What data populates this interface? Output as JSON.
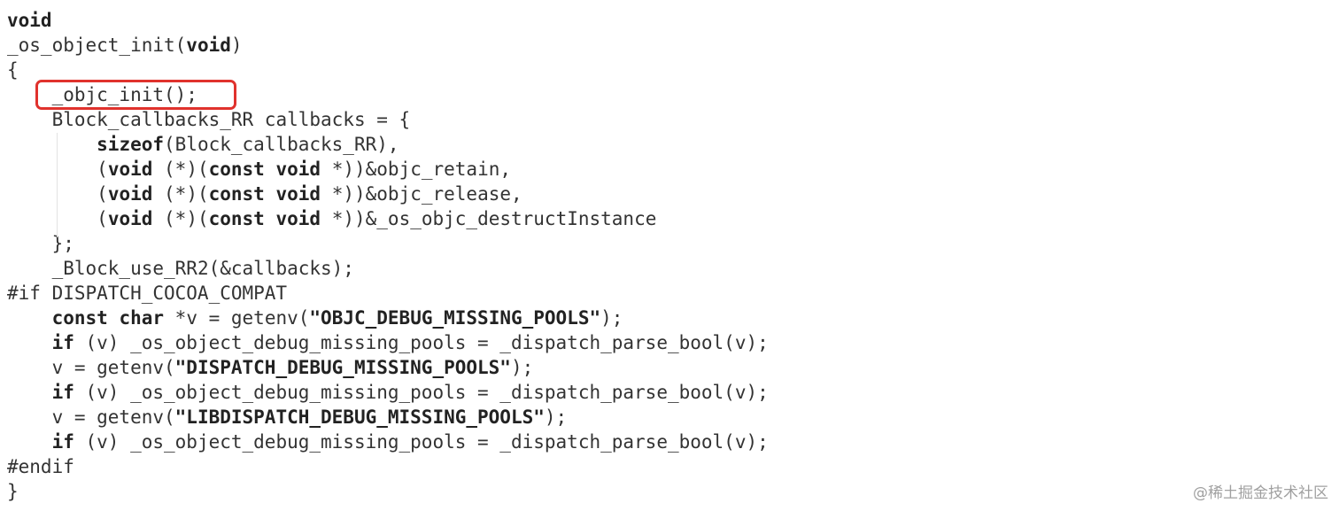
{
  "code": {
    "line1": {
      "kw": "void"
    },
    "line2": {
      "name": "_os_object_init(",
      "kw": "void",
      "close": ")"
    },
    "line3": {
      "text": "{"
    },
    "line4": {
      "indent": "    ",
      "text": "_objc_init();"
    },
    "line5": {
      "indent": "    ",
      "text": "Block_callbacks_RR callbacks = {"
    },
    "line6": {
      "indent": "        ",
      "kw": "sizeof",
      "text": "(Block_callbacks_RR),"
    },
    "line7": {
      "indent": "        ",
      "p1": "(",
      "kw1": "void",
      "p2": " (*)(",
      "kw2": "const",
      "sp": " ",
      "kw3": "void",
      "tail": " *))&objc_retain,"
    },
    "line8": {
      "indent": "        ",
      "p1": "(",
      "kw1": "void",
      "p2": " (*)(",
      "kw2": "const",
      "sp": " ",
      "kw3": "void",
      "tail": " *))&objc_release,"
    },
    "line9": {
      "indent": "        ",
      "p1": "(",
      "kw1": "void",
      "p2": " (*)(",
      "kw2": "const",
      "sp": " ",
      "kw3": "void",
      "tail": " *))&_os_objc_destructInstance"
    },
    "line10": {
      "indent": "    ",
      "text": "};"
    },
    "line11": {
      "indent": "    ",
      "text": "_Block_use_RR2(&callbacks);"
    },
    "line12": {
      "text": "#if DISPATCH_COCOA_COMPAT"
    },
    "line13": {
      "indent": "    ",
      "kw1": "const",
      "sp": " ",
      "kw2": "char",
      "mid": " *v = getenv(",
      "str": "\"OBJC_DEBUG_MISSING_POOLS\"",
      "tail": ");"
    },
    "line14": {
      "indent": "    ",
      "kw": "if",
      "text": " (v) _os_object_debug_missing_pools = _dispatch_parse_bool(v);"
    },
    "line15": {
      "indent": "    ",
      "mid": "v = getenv(",
      "str": "\"DISPATCH_DEBUG_MISSING_POOLS\"",
      "tail": ");"
    },
    "line16": {
      "indent": "    ",
      "kw": "if",
      "text": " (v) _os_object_debug_missing_pools = _dispatch_parse_bool(v);"
    },
    "line17": {
      "indent": "    ",
      "mid": "v = getenv(",
      "str": "\"LIBDISPATCH_DEBUG_MISSING_POOLS\"",
      "tail": ");"
    },
    "line18": {
      "indent": "    ",
      "kw": "if",
      "text": " (v) _os_object_debug_missing_pools = _dispatch_parse_bool(v);"
    },
    "line19": {
      "text": "#endif"
    },
    "line20": {
      "text": "}"
    }
  },
  "watermark": "@稀土掘金技术社区",
  "colors": {
    "highlight_border": "#e0322d",
    "text": "#333333",
    "keyword": "#222222"
  }
}
